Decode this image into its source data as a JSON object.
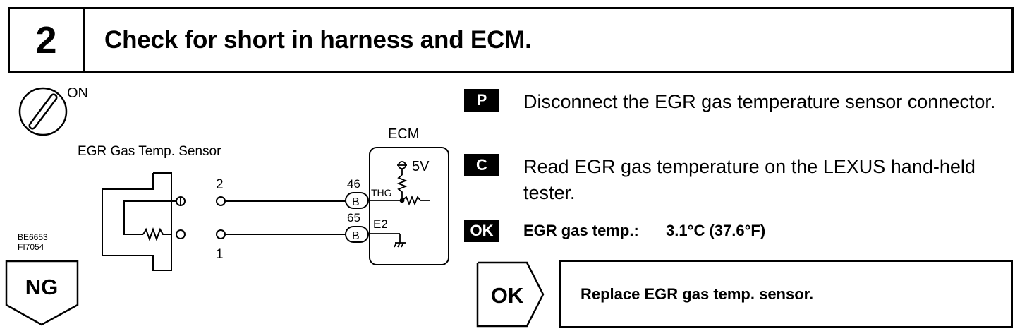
{
  "step": {
    "number": "2",
    "title": "Check for short in harness and ECM."
  },
  "diagram": {
    "ignition_label": "ON",
    "sensor_label": "EGR Gas Temp. Sensor",
    "ecm_label": "ECM",
    "ref_code_1": "BE6653",
    "ref_code_2": "FI7054",
    "pin_2": "2",
    "pin_1": "1",
    "terminal_46": "46",
    "terminal_65": "65",
    "connector_b": "B",
    "thg_label": "THG",
    "e2_label": "E2",
    "voltage_label": "5V"
  },
  "instructions": [
    {
      "tag": "P",
      "text": "Disconnect the EGR gas temperature sensor connector."
    },
    {
      "tag": "C",
      "text": "Read EGR gas temperature on the LEXUS hand-held tester."
    },
    {
      "tag": "OK",
      "label": "EGR gas temp.:",
      "value": "3.1°C (37.6°F)"
    }
  ],
  "ng_label": "NG",
  "ok_label": "OK",
  "result_text": "Replace EGR gas temp. sensor."
}
